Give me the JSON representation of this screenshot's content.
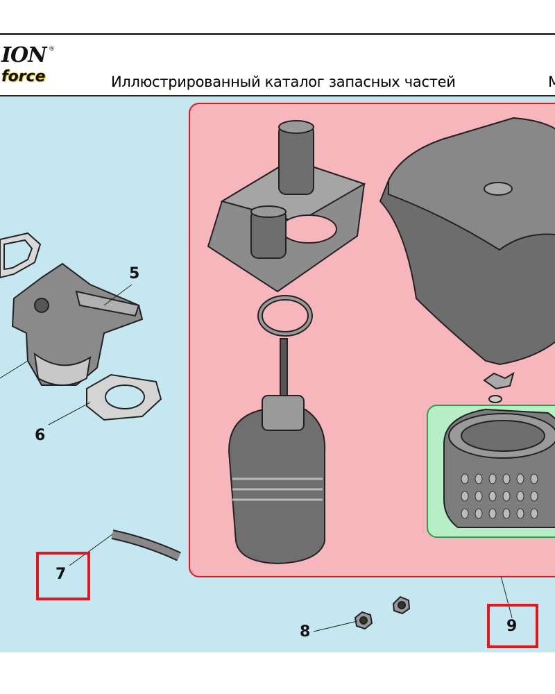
{
  "header": {
    "logo_top": "ION",
    "logo_bottom": "force",
    "title": "Иллюстрированный каталог запасных частей",
    "title_right_fragment": "M"
  },
  "colors": {
    "background": "#c5e8f0",
    "air_filter_group": "#f7b6bc",
    "filter_element_group": "#b6efc6",
    "highlight": "#e8141c"
  },
  "callouts": [
    {
      "number": "5",
      "highlighted": false
    },
    {
      "number": "6",
      "highlighted": false
    },
    {
      "number": "7",
      "highlighted": true
    },
    {
      "number": "8",
      "highlighted": false
    },
    {
      "number": "9",
      "highlighted": true
    }
  ]
}
